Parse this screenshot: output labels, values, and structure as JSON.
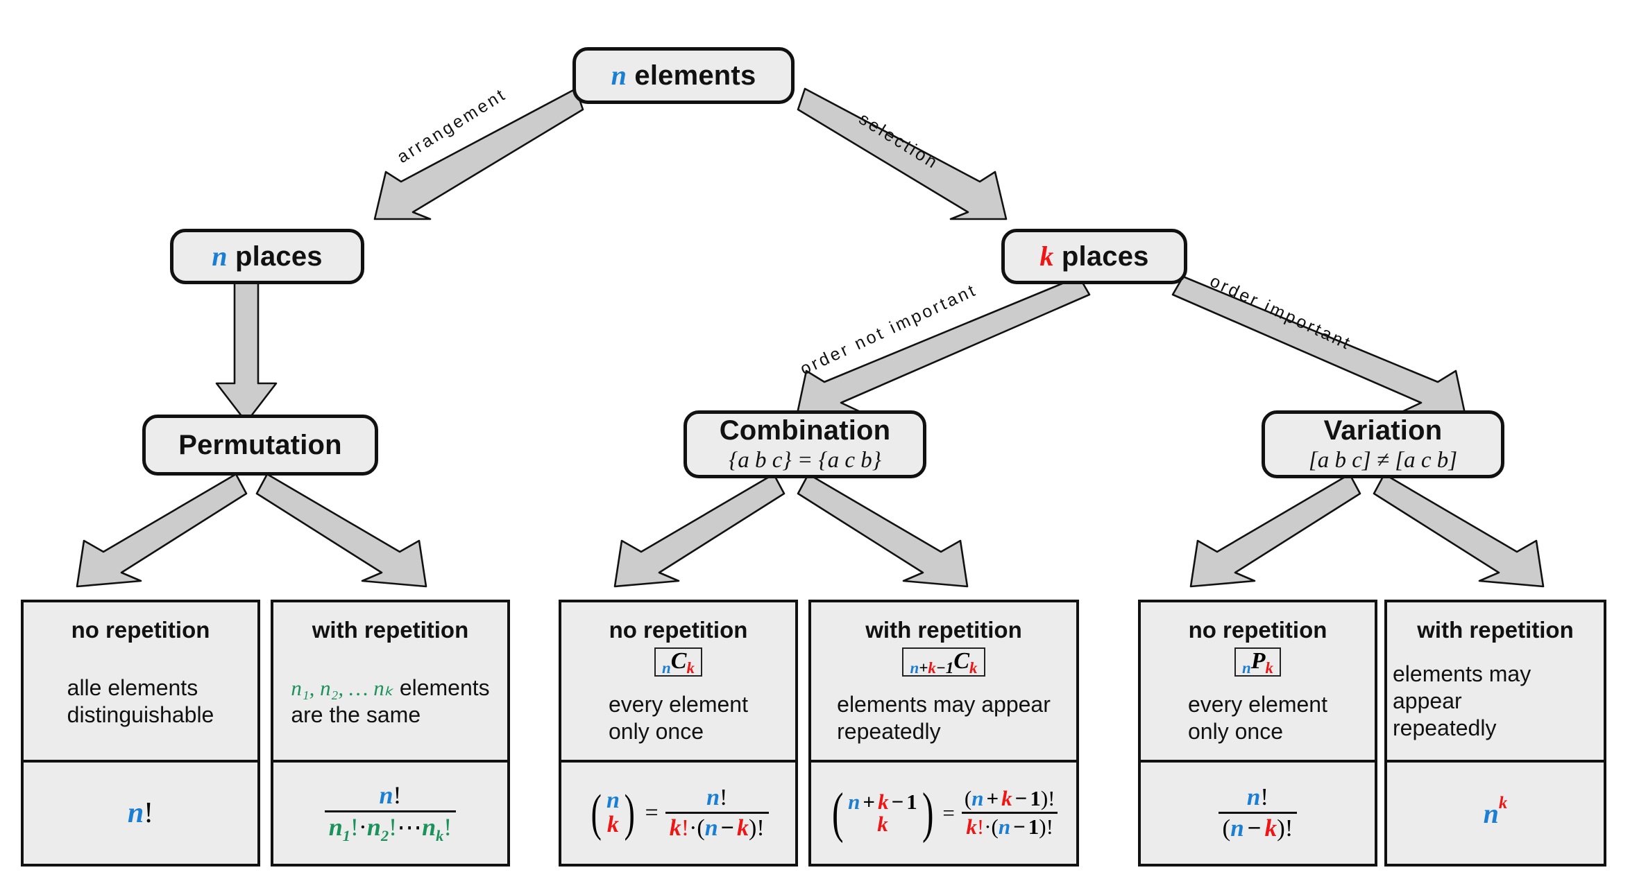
{
  "diagram": {
    "title": "Combinatorics decision tree",
    "colors": {
      "n_color": "#1a7fd4",
      "k_color": "#f01414",
      "green": "#1a9259",
      "box_fill": "#ececec",
      "box_stroke": "#111111",
      "arrow_fill": "#cccccc"
    }
  },
  "nodes": {
    "root": {
      "var": "n",
      "label": "elements"
    },
    "n_places": {
      "var": "n",
      "label": "places"
    },
    "k_places": {
      "var": "k",
      "label": "places"
    },
    "permutation": {
      "title": "Permutation",
      "subtitle": ""
    },
    "combination": {
      "title": "Combination",
      "subtitle": "{a b c} = {a c b}"
    },
    "variation": {
      "title": "Variation",
      "subtitle": "[a b c] ≠ [a c b]"
    }
  },
  "edges": {
    "arrangement": "arrangement",
    "selection": "selection",
    "order_not_important": "order not important",
    "order_important": "order important"
  },
  "leaves": [
    {
      "id": "perm-no-rep",
      "header": "no repetition",
      "symbol": null,
      "description_lines": [
        "alle elements",
        "distinguishable"
      ],
      "formula_text": "n!"
    },
    {
      "id": "perm-with-rep",
      "header": "with repetition",
      "symbol": null,
      "description_math": "n₁, n₂, … nₖ",
      "description_lines": [
        "elements",
        "are the same"
      ],
      "formula_text": "n! / (n₁! · n₂! ⋯ nₖ!)"
    },
    {
      "id": "comb-no-rep",
      "header": "no repetition",
      "symbol": "nCk",
      "description_lines": [
        "every element",
        "only once"
      ],
      "formula_text": "(n choose k) = n! / (k! · (n − k)!)"
    },
    {
      "id": "comb-with-rep",
      "header": "with repetition",
      "symbol": "n+k-1Ck",
      "description_lines": [
        "elements may appear",
        "repeatedly"
      ],
      "formula_text": "(n + k − 1 choose k) = (n + k − 1)! / (k! · (n − 1)!)"
    },
    {
      "id": "var-no-rep",
      "header": "no repetition",
      "symbol": "nPk",
      "description_lines": [
        "every element",
        "only once"
      ],
      "formula_text": "n! / (n − k)!"
    },
    {
      "id": "var-with-rep",
      "header": "with repetition",
      "symbol": null,
      "description_lines": [
        "elements may appear",
        "repeatedly"
      ],
      "formula_text": "n^k"
    }
  ],
  "math_tokens": {
    "n": "n",
    "k": "k",
    "one": "1",
    "fact": "!",
    "cdot": "·",
    "minus": "−",
    "plus": "+",
    "eq": "=",
    "ldots": "⋯",
    "dots3": "…",
    "C": "C",
    "P": "P",
    "lparen": "(",
    "rparen": ")",
    "n1": "n",
    "n2": "n",
    "nk": "n",
    "sub1": "1",
    "sub2": "2",
    "subk": "k",
    "comma": ",",
    "nfact_num": "n"
  }
}
